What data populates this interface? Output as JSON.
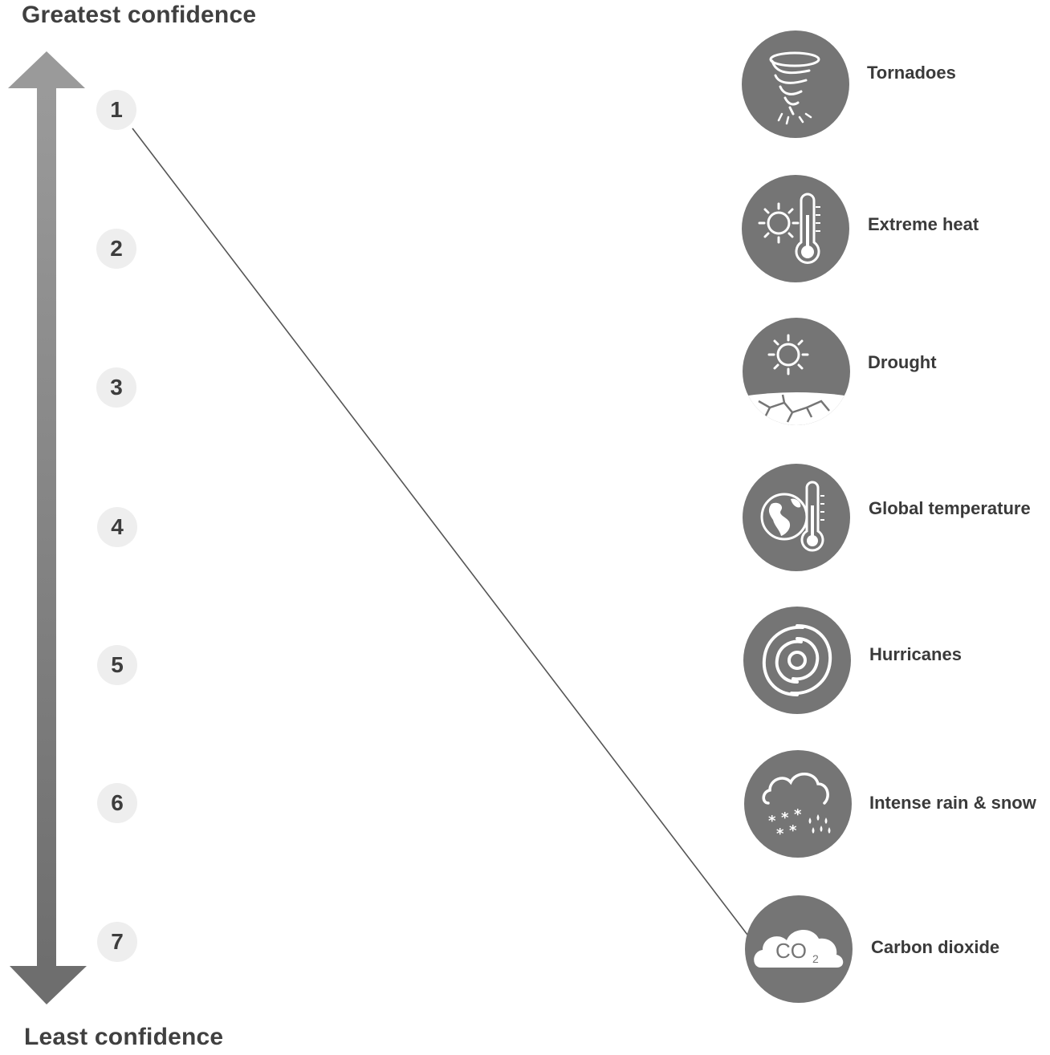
{
  "scale": {
    "top_label": "Greatest confidence",
    "bottom_label": "Least confidence",
    "ranks": [
      "1",
      "2",
      "3",
      "4",
      "5",
      "6",
      "7"
    ]
  },
  "items": [
    {
      "label": "Tornadoes",
      "icon": "tornado-icon"
    },
    {
      "label": "Extreme heat",
      "icon": "sun-thermometer-icon"
    },
    {
      "label": "Drought",
      "icon": "drought-icon"
    },
    {
      "label": "Global temperature",
      "icon": "globe-thermometer-icon"
    },
    {
      "label": "Hurricanes",
      "icon": "hurricane-icon"
    },
    {
      "label": "Intense rain & snow",
      "icon": "rain-snow-icon"
    },
    {
      "label": "Carbon dioxide",
      "icon": "co2-cloud-icon"
    }
  ],
  "connections": [
    {
      "from_rank": "1",
      "to_item": "Carbon dioxide"
    }
  ],
  "co2_text": {
    "base": "CO",
    "subscript": "2"
  },
  "colors": {
    "arrow": "#8a8a8a",
    "icon_bg": "#757575",
    "badge_bg": "#eeeeee",
    "line": "#555555"
  }
}
